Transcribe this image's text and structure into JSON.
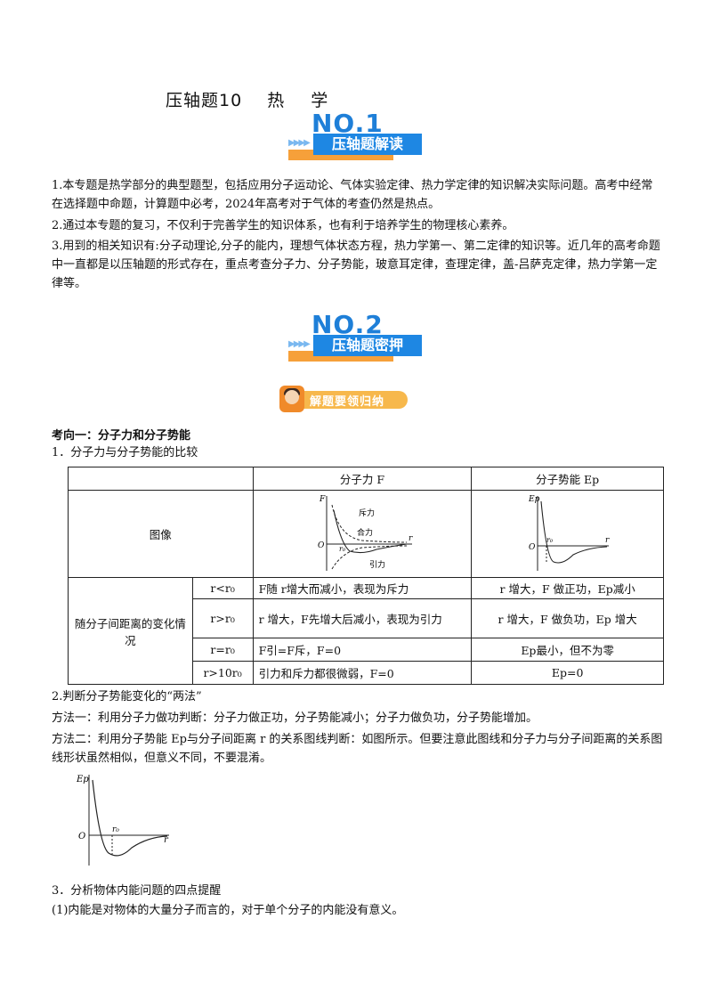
{
  "title": {
    "part1": "压轴题10",
    "part2": "热 学"
  },
  "banner1": {
    "no": "NO.1",
    "label": "压轴题解读"
  },
  "intro": [
    "1.本专题是热学部分的典型题型，包括应用分子运动论、气体实验定律、热力学定律的知识解决实际问题。高考中经常在选择题中命题，计算题中必考，2024年高考对于气体的考查仍然是热点。",
    "2.通过本专题的复习，不仅利于完善学生的知识体系，也有利于培养学生的物理核心素养。",
    "3.用到的相关知识有:分子动理论,分子的能内，理想气体状态方程，热力学第一、第二定律的知识等。近几年的高考命题中一直都是以压轴题的形式存在，重点考查分子力、分子势能，玻意耳定律，查理定律，盖-吕萨克定律，热力学第一定律等。"
  ],
  "banner2": {
    "no": "NO.2",
    "label": "压轴题密押"
  },
  "badge": {
    "label": "解题要领归纳"
  },
  "section": {
    "heading": "考向一：分子力和分子势能",
    "item1": "1．分子力与分子势能的比较"
  },
  "table": {
    "col_force": "分子力 F",
    "col_energy": "分子势能 Ep",
    "row_graph": "图像",
    "row_vary": "随分子间距离的变化情况",
    "graph_labels": {
      "F": "F",
      "r": "r",
      "O": "O",
      "r0": "r₀",
      "repel": "斥力",
      "net": "合力",
      "attract": "引力",
      "Ep": "Ep"
    },
    "rows": [
      {
        "cond": "r<r₀",
        "force": "F随 r增大而减小，表现为斥力",
        "energy": "r 增大，F 做正功，Ep减小"
      },
      {
        "cond": "r>r₀",
        "force": "r 增大，F先增大后减小，表现为引力",
        "energy": "r 增大，F 做负功，Ep 增大"
      },
      {
        "cond": "r=r₀",
        "force": "F引=F斥，F=0",
        "energy": "Ep最小，但不为零"
      },
      {
        "cond": "r>10r₀",
        "force": "引力和斥力都很微弱，F=0",
        "energy": "Ep=0"
      }
    ]
  },
  "judge": {
    "heading": "2.判断分子势能变化的“两法”",
    "m1": "方法一：利用分子力做功判断：分子力做正功，分子势能减小；分子力做负功，分子势能增加。",
    "m2": "方法二：利用分子势能 Ep与分子间距离 r 的关系图线判断：如图所示。但要注意此图线和分子力与分子间距离的关系图线形状虽然相似，但意义不同，不要混淆。"
  },
  "fig": {
    "Ep": "Ep",
    "O": "O",
    "r0": "r₀",
    "r": "r"
  },
  "tips": {
    "heading": "3．分析物体内能问题的四点提醒",
    "t1": "(1)内能是对物体的大量分子而言的，对于单个分子的内能没有意义。"
  }
}
